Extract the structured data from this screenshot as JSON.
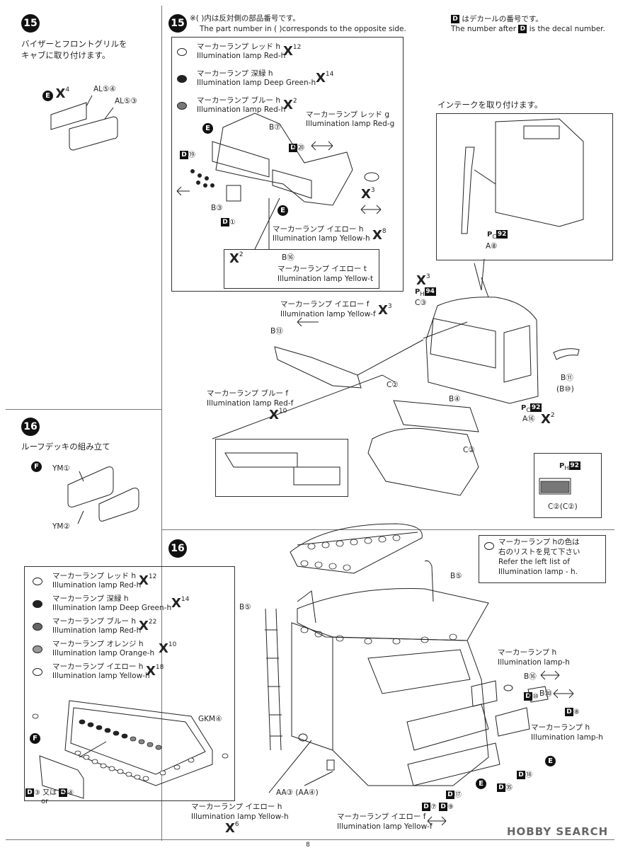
{
  "page_number": "8",
  "watermark": "HOBBY SEARCH",
  "left_col": {
    "step15": {
      "num": "15",
      "title_line1": "バイザーとフロントグリルを",
      "title_line2": "キャブに取り付けます。",
      "part_E": "E",
      "qty": "4",
      "al54": "AL⑤④",
      "al53": "AL⑤③"
    },
    "step16": {
      "num": "16",
      "title": "ルーフデッキの組み立て",
      "part_F": "F",
      "ym1": "YM①",
      "ym2": "YM②"
    }
  },
  "step15_main": {
    "num": "15",
    "note_jp": "※(   )内は反対側の部品番号です。",
    "note_en": "The part number in (   )corresponds to the opposite side.",
    "decal_note_jp": "はデカールの番号です。",
    "decal_note_en": "The number after",
    "decal_note_en2": "is the decal number.",
    "decal_letter": "D",
    "lamps": [
      {
        "jp": "マーカーランプ レッド h",
        "en": "Illumination lamp Red-h",
        "qty": "12",
        "fill": "#ffffff"
      },
      {
        "jp": "マーカーランプ 深緑 h",
        "en": "Illumination lamp Deep Green-h",
        "qty": "14",
        "fill": "#222222"
      },
      {
        "jp": "マーカーランプ ブルー h",
        "en": "Illumination lamp Red-h",
        "qty": "2",
        "fill": "#777777"
      }
    ],
    "labels": {
      "lamp_red_g_jp": "マーカーランプ レッド g",
      "lamp_red_g_en": "Illumination lamp Red-g",
      "b7": "B⑦",
      "d20": "⑳",
      "d19": "⑲",
      "b3": "B③",
      "d1": "①",
      "x3": "3",
      "lamp_yellow_h_jp": "マーカーランプ イエロー h",
      "lamp_yellow_h_en": "Illumination lamp Yellow-h",
      "x8": "8",
      "x2": "2",
      "b16": "B⑯",
      "lamp_yellow_t_jp": "マーカーランプ イエロー t",
      "lamp_yellow_t_en": "Illumination lamp Yellow-t"
    },
    "intake": {
      "title": "インテークを取り付けます。",
      "pc92": "92",
      "a8": "A⑧"
    },
    "cab": {
      "x3": "3",
      "ph94": "94",
      "c3": "C③",
      "lamp_yellow_f_jp": "マーカーランプ イエロー f",
      "lamp_yellow_f_en": "Illumination lamp Yellow-f",
      "xf": "3",
      "b13": "B⑬",
      "lamp_blue_f_jp": "マーカーランプ ブルー f",
      "lamp_blue_f_en": "Illumination lamp Red-f",
      "x10": "10",
      "b11": "B⑪",
      "b10": "(B⑩)",
      "c2": "C②",
      "b4": "B④",
      "pc92b": "92",
      "a16": "A⑯",
      "x2b": "2",
      "c2b": "C②",
      "ph92": "92",
      "c2c": "C②(C②)"
    }
  },
  "step16_main": {
    "num": "16",
    "note_jp1": "マーカーランプ hの色は",
    "note_jp2": "右のリストを見て下さい",
    "note_en1": "Refer the left list of",
    "note_en2": "Illumination lamp - h.",
    "lamps": [
      {
        "jp": "マーカーランプ レッド h",
        "en": "Illumination lamp Red-h",
        "qty": "12",
        "fill": "#ffffff"
      },
      {
        "jp": "マーカーランプ 深緑 h",
        "en": "Illumination lamp Deep Green-h",
        "qty": "14",
        "fill": "#222222"
      },
      {
        "jp": "マーカーランプ ブルー h",
        "en": "Illumination lamp Red-h",
        "qty": "22",
        "fill": "#666666"
      },
      {
        "jp": "マーカーランプ オレンジ h",
        "en": "Illumination lamp Orange-h",
        "qty": "10",
        "fill": "#999999"
      },
      {
        "jp": "マーカーランプ イエロー h",
        "en": "Illumination lamp Yellow-h",
        "qty": "18",
        "fill": "#ffffff"
      }
    ],
    "labels": {
      "gkm4": "GKM④",
      "part_F": "F",
      "d3": "③",
      "or_jp": "又は",
      "or_en": "or",
      "d4": "④",
      "b5a": "B⑤",
      "b5b": "B⑤",
      "lamp_h_jp": "マーカーランプ h",
      "lamp_h_en": "Illumination lamp-h",
      "b16": "B⑯",
      "b20": "B⑳",
      "d10": "⑩",
      "d8": "⑧",
      "lamp_h2_jp": "マーカーランプ h",
      "lamp_h2_en": "Illumination lamp-h",
      "d18": "⑱",
      "d35": "㉟",
      "d17": "⑰",
      "d7": "⑦",
      "d9": "⑨",
      "aa3": "AA③ (AA④)",
      "lamp_yh_jp": "マーカーランプ イエロー h",
      "lamp_yh_en": "Illumination lamp Yellow-h",
      "x6": "6",
      "lamp_yf_jp": "マーカーランプ イエロー f",
      "lamp_yf_en": "Illumination lamp Yellow-f",
      "part_E": "E"
    }
  }
}
